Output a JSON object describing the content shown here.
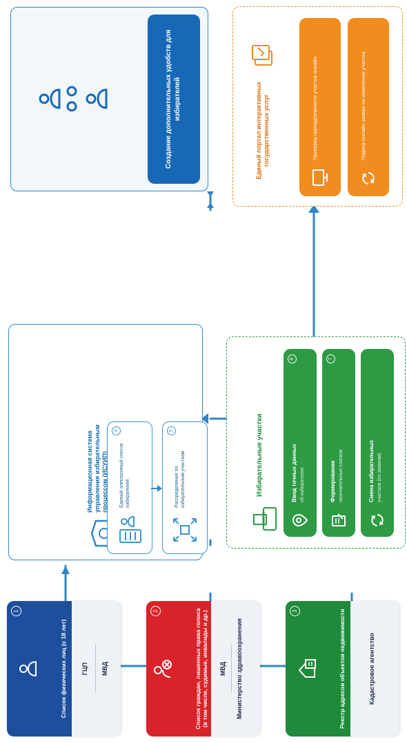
{
  "sources": [
    {
      "number": "1",
      "title": "Список физических лиц (с 18 лет)",
      "lines": [
        "ГЦП",
        "МВД"
      ],
      "color": "#1d4f9c"
    },
    {
      "number": "2",
      "title": "Список граждан, лишенных права голоса (в том числе, судимые, инвалиды и др.)",
      "lines": [
        "МВД",
        "Министерство здравоохранения"
      ],
      "color": "#d8232a"
    },
    {
      "number": "3",
      "title": "Реестр адресов объектов недвижимости",
      "lines": [
        "Кадастровое агентство"
      ],
      "color": "#1f8a3a"
    }
  ],
  "isup": {
    "title": "Информационная система управления избирательным процессом (ИСУИП)",
    "boxes": [
      {
        "number": "4",
        "text": "Единый электронный список избирателей"
      },
      {
        "number": "5",
        "text": "Распределение по избирательным участкам"
      }
    ]
  },
  "stations": {
    "title": "Избирательные участки",
    "items": [
      {
        "number": "6",
        "title": "Ввод точных данных",
        "sub": "об избирателях"
      },
      {
        "number": "7",
        "title": "Формирование",
        "sub": "окончательных списков"
      },
      {
        "number": "",
        "title": "Смена избирательных",
        "sub": "участков (по заявкам)"
      }
    ],
    "color": "#2d9a44"
  },
  "extra": {
    "label": "Создание дополнительных удобств для избирателей",
    "color": "#1769b8"
  },
  "portal": {
    "title": "Единый портал интерактивных государственных услуг",
    "items": [
      {
        "text": "Проверка принадлежности участка онлайн"
      },
      {
        "text": "Подача онлайн заявки на изменение участка"
      }
    ],
    "color": "#f28c1f"
  }
}
